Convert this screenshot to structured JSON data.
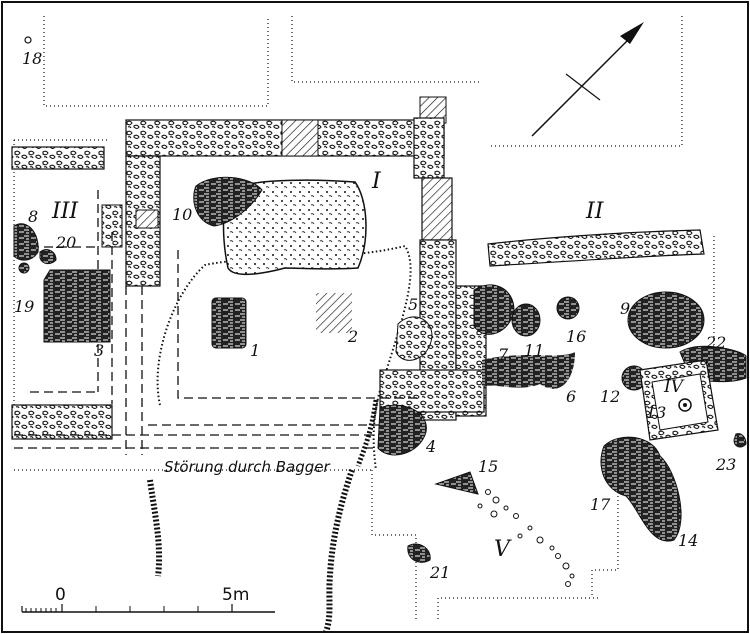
{
  "plan": {
    "roman_labels": {
      "I": "I",
      "II": "II",
      "III": "III",
      "IV": "IV",
      "V": "V"
    },
    "feature_labels": {
      "f1": "1",
      "f2": "2",
      "f3": "3",
      "f4": "4",
      "f5": "5",
      "f6": "6",
      "f7": "7",
      "f8": "8",
      "f9": "9",
      "f10": "10",
      "f11": "11",
      "f12": "12",
      "f13": "13",
      "f14": "14",
      "f15": "15",
      "f16": "16",
      "f17": "17",
      "f18": "18",
      "f19": "19",
      "f20": "20",
      "f21": "21",
      "f22": "22",
      "f23": "23"
    },
    "disturbance_note": "Störung durch Bagger",
    "scale_bar": {
      "start_label": "0",
      "end_label": "5m"
    },
    "colors": {
      "ink": "#111111",
      "paper": "#ffffff"
    },
    "icons": {
      "north_arrow": "north-arrow-icon"
    }
  }
}
